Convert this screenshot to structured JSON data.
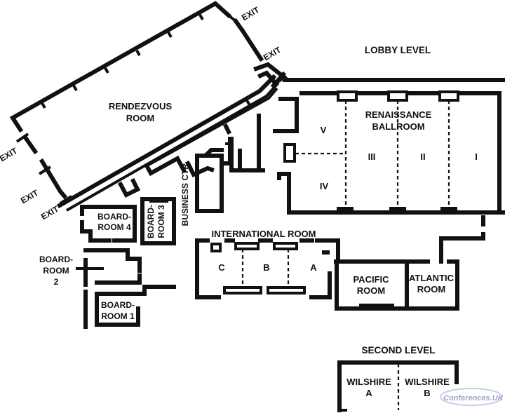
{
  "levels": {
    "lobby": "LOBBY LEVEL",
    "second": "SECOND LEVEL"
  },
  "exits": [
    "EXIT",
    "EXIT",
    "EXIT",
    "EXIT",
    "EXIT"
  ],
  "rooms": {
    "rendezvous": [
      "RENDEZVOUS",
      "ROOM"
    ],
    "renaissance": [
      "RENAISSANCE",
      "BALLROOM"
    ],
    "renaissance_sections": [
      "V",
      "III",
      "II",
      "I",
      "IV"
    ],
    "business_center": "BUSINESS CTR.",
    "boardroom_4": [
      "BOARD-",
      "ROOM 4"
    ],
    "boardroom_3": [
      "BOARD-",
      "ROOM 3"
    ],
    "boardroom_2": [
      "BOARD-",
      "ROOM",
      "2"
    ],
    "boardroom_1": [
      "BOARD-",
      "ROOM 1"
    ],
    "international": "INTERNATIONAL ROOM",
    "international_sections": [
      "C",
      "B",
      "A"
    ],
    "pacific": [
      "PACIFIC",
      "ROOM"
    ],
    "atlantic": [
      "ATLANTIC",
      "ROOM"
    ],
    "wilshire_a": [
      "WILSHIRE",
      "A"
    ],
    "wilshire_b": [
      "WILSHIRE",
      "B"
    ]
  },
  "watermark": "Conferences.UK"
}
